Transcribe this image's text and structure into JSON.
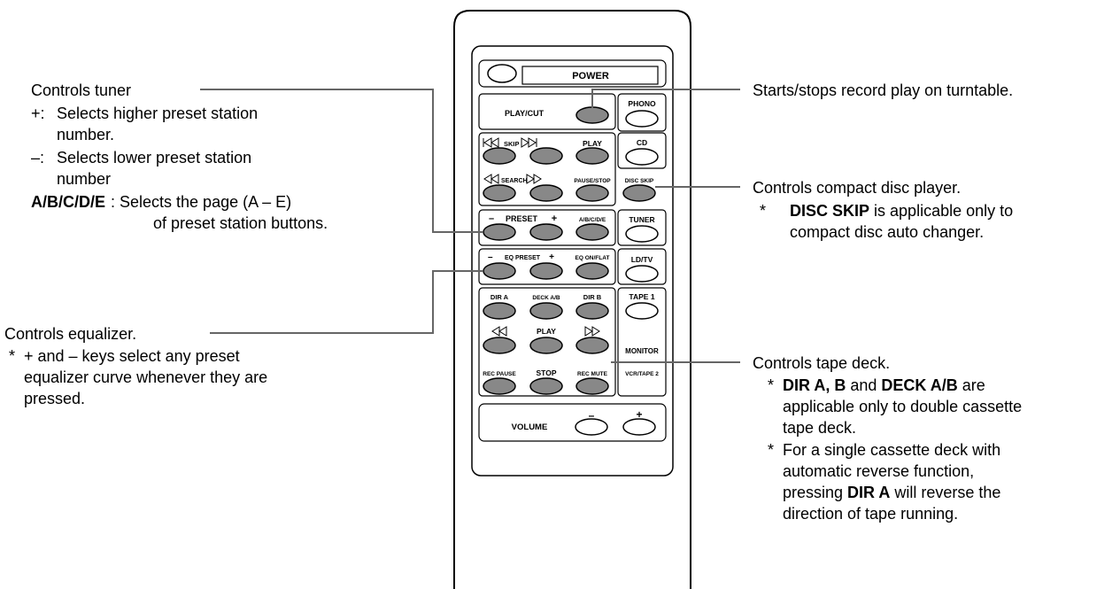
{
  "remote": {
    "power": "POWER",
    "play_cut": "PLAY/CUT",
    "phono": "PHONO",
    "skip": "SKIP",
    "play": "PLAY",
    "cd": "CD",
    "search": "SEARCH",
    "pause_stop": "PAUSE/STOP",
    "disc_skip": "DISC SKIP",
    "preset_minus": "–",
    "preset": "PRESET",
    "preset_plus": "+",
    "abcde": "A/B/C/D/E",
    "tuner": "TUNER",
    "eq_minus": "–",
    "eq_preset": "EQ PRESET",
    "eq_plus": "+",
    "eq_on_flat": "EQ ON/FLAT",
    "ld_tv": "LD/TV",
    "dir_a": "DIR A",
    "deck_ab": "DECK A/B",
    "dir_b": "DIR B",
    "tape1": "TAPE 1",
    "tape_play": "PLAY",
    "monitor": "MONITOR",
    "rec_pause": "REC PAUSE",
    "stop": "STOP",
    "rec_mute": "REC MUTE",
    "vcr_tape2": "VCR/TAPE 2",
    "volume": "VOLUME",
    "vol_minus": "–",
    "vol_plus": "+"
  },
  "annotations": {
    "tuner": {
      "title": "Controls tuner",
      "plus_key": "+:",
      "plus_line1": "Selects higher preset station",
      "plus_line2": "number.",
      "minus_key": "–:",
      "minus_line1": "Selects lower preset station",
      "minus_line2": "number",
      "abcde_key": "A/B/C/D/E",
      "abcde_line1": ":  Selects the page (A – E)",
      "abcde_line2": "of preset station buttons."
    },
    "equalizer": {
      "title": "Controls equalizer.",
      "note_line1": "+ and – keys select any preset",
      "note_line2": "equalizer curve whenever they are",
      "note_line3": "pressed."
    },
    "turntable": {
      "title": "Starts/stops record play on turntable."
    },
    "cd": {
      "title": "Controls compact disc player.",
      "note_bold": "DISC SKIP",
      "note_line1": " is applicable only to",
      "note_line2": "compact disc auto changer."
    },
    "tape": {
      "title": "Controls tape deck.",
      "note1_bold1": "DIR A, B",
      "note1_mid": " and ",
      "note1_bold2": "DECK A/B",
      "note1_line1": " are",
      "note1_line2": "applicable only to double cassette",
      "note1_line3": "tape deck.",
      "note2_line1": "For a single cassette deck with",
      "note2_line2": "automatic reverse function,",
      "note2_pre": "pressing ",
      "note2_bold": "DIR A",
      "note2_post": " will reverse the",
      "note2_line4": "direction of tape running."
    },
    "asterisk": "*"
  }
}
